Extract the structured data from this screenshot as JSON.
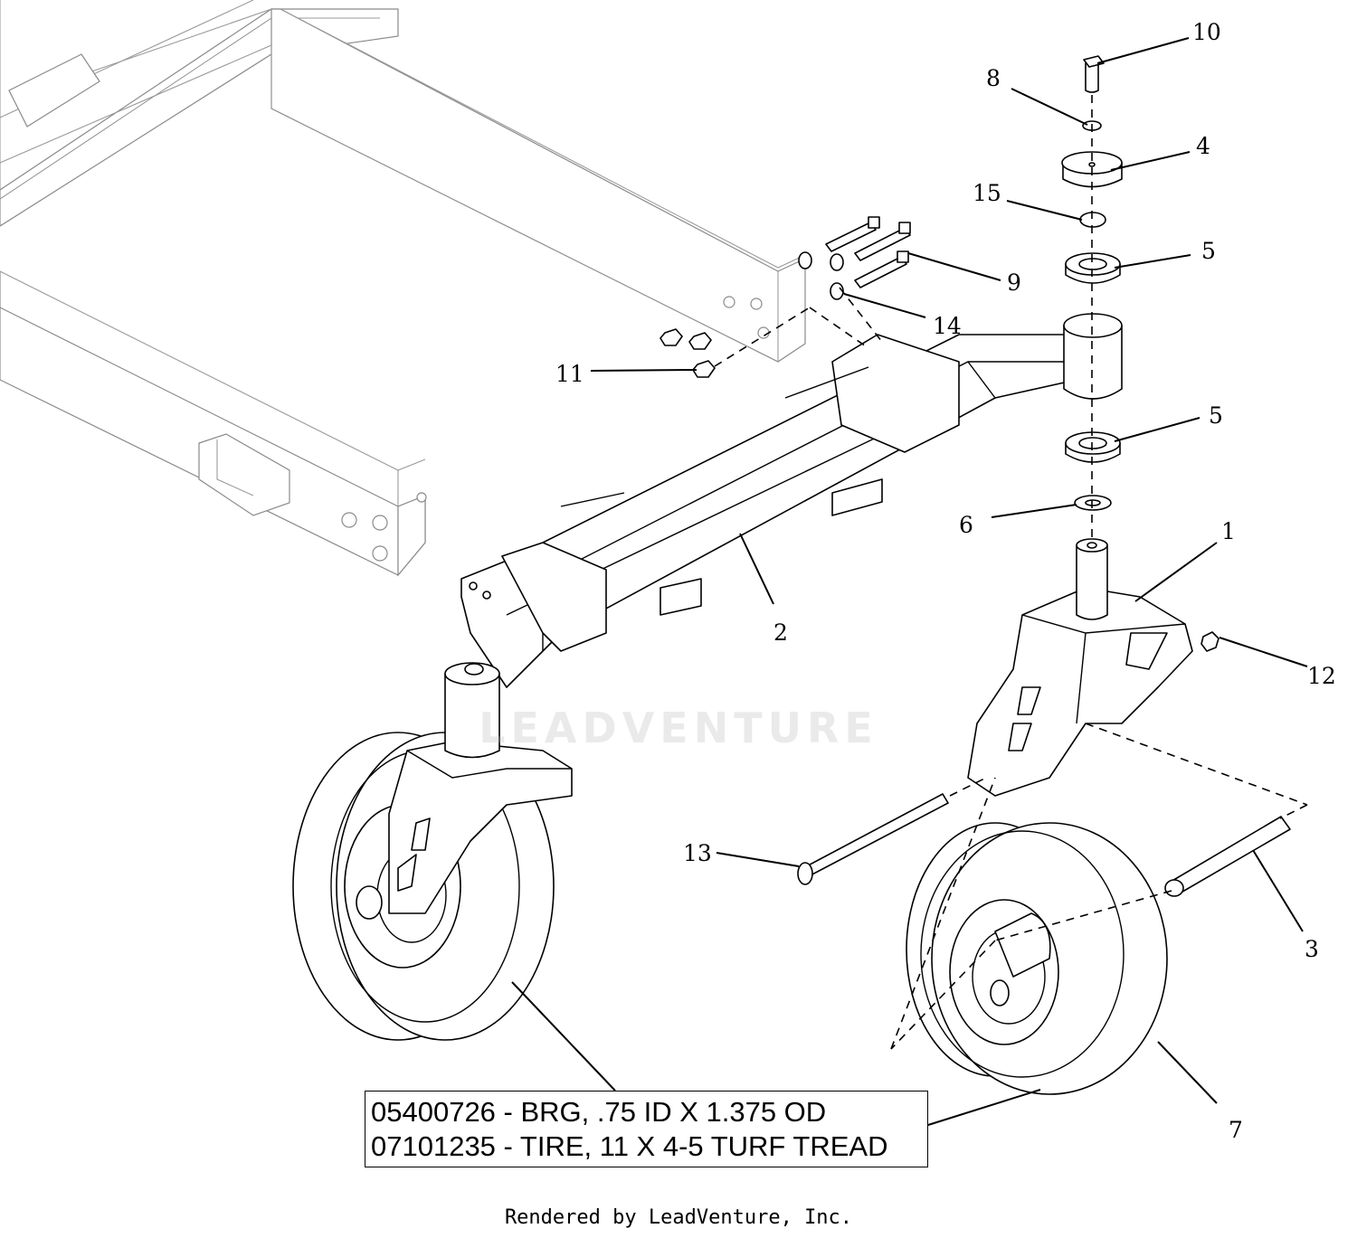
{
  "callouts": [
    {
      "id": "1",
      "label": "1"
    },
    {
      "id": "2",
      "label": "2"
    },
    {
      "id": "3",
      "label": "3"
    },
    {
      "id": "4",
      "label": "4"
    },
    {
      "id": "5a",
      "label": "5"
    },
    {
      "id": "5b",
      "label": "5"
    },
    {
      "id": "6",
      "label": "6"
    },
    {
      "id": "7",
      "label": "7"
    },
    {
      "id": "8",
      "label": "8"
    },
    {
      "id": "9",
      "label": "9"
    },
    {
      "id": "10",
      "label": "10"
    },
    {
      "id": "11",
      "label": "11"
    },
    {
      "id": "12",
      "label": "12"
    },
    {
      "id": "13",
      "label": "13"
    },
    {
      "id": "14",
      "label": "14"
    },
    {
      "id": "15",
      "label": "15"
    }
  ],
  "note": {
    "line1": "05400726 - BRG, .75 ID X 1.375 OD",
    "line2": "07101235 - TIRE, 11 X 4-5 TURF TREAD"
  },
  "watermark": "LEADVENTURE",
  "footer": "Rendered by LeadVenture, Inc."
}
